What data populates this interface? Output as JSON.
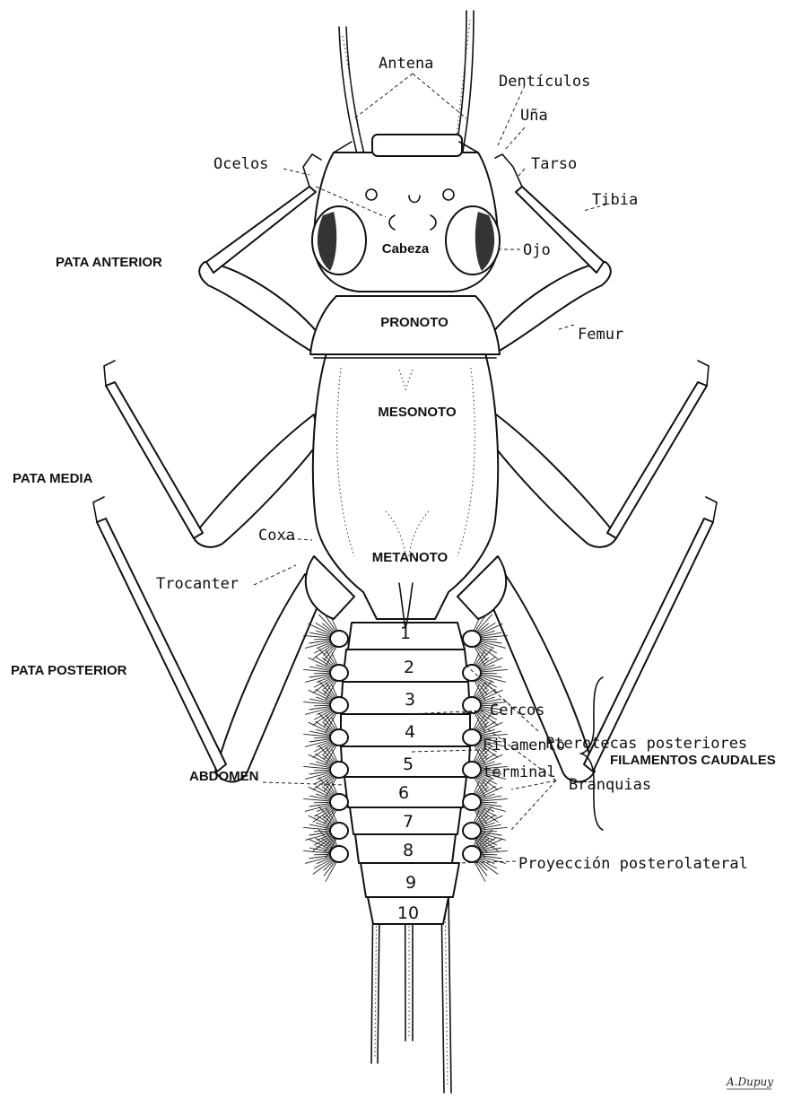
{
  "labels": {
    "antena": "Antena",
    "denticulos": "Dentículos",
    "una": "Uña",
    "tarso": "Tarso",
    "tibia": "Tibia",
    "ocelos": "Ocelos",
    "ojo": "Ojo",
    "cabeza": "Cabeza",
    "pata_anterior": "PATA ANTERIOR",
    "pronoto": "PRONOTO",
    "femur": "Femur",
    "mesonoto": "MESONOTO",
    "pata_media": "PATA MEDIA",
    "coxa": "Coxa",
    "metanoto": "METANOTO",
    "trocanter": "Trocanter",
    "pata_posterior": "PATA POSTERIOR",
    "pterotecas": "Pterotecas posteriores",
    "abdomen": "ABDOMEN",
    "branquias": "Branquias",
    "proyeccion": "Proyección posterolateral",
    "cercos": "Cercos",
    "filamento": "Filamento",
    "terminal": "terminal",
    "filamentos_caudales": "FILAMENTOS CAUDALES"
  },
  "segments": [
    "1",
    "2",
    "3",
    "4",
    "5",
    "6",
    "7",
    "8",
    "9",
    "10"
  ],
  "signature": "A.Dupuy"
}
